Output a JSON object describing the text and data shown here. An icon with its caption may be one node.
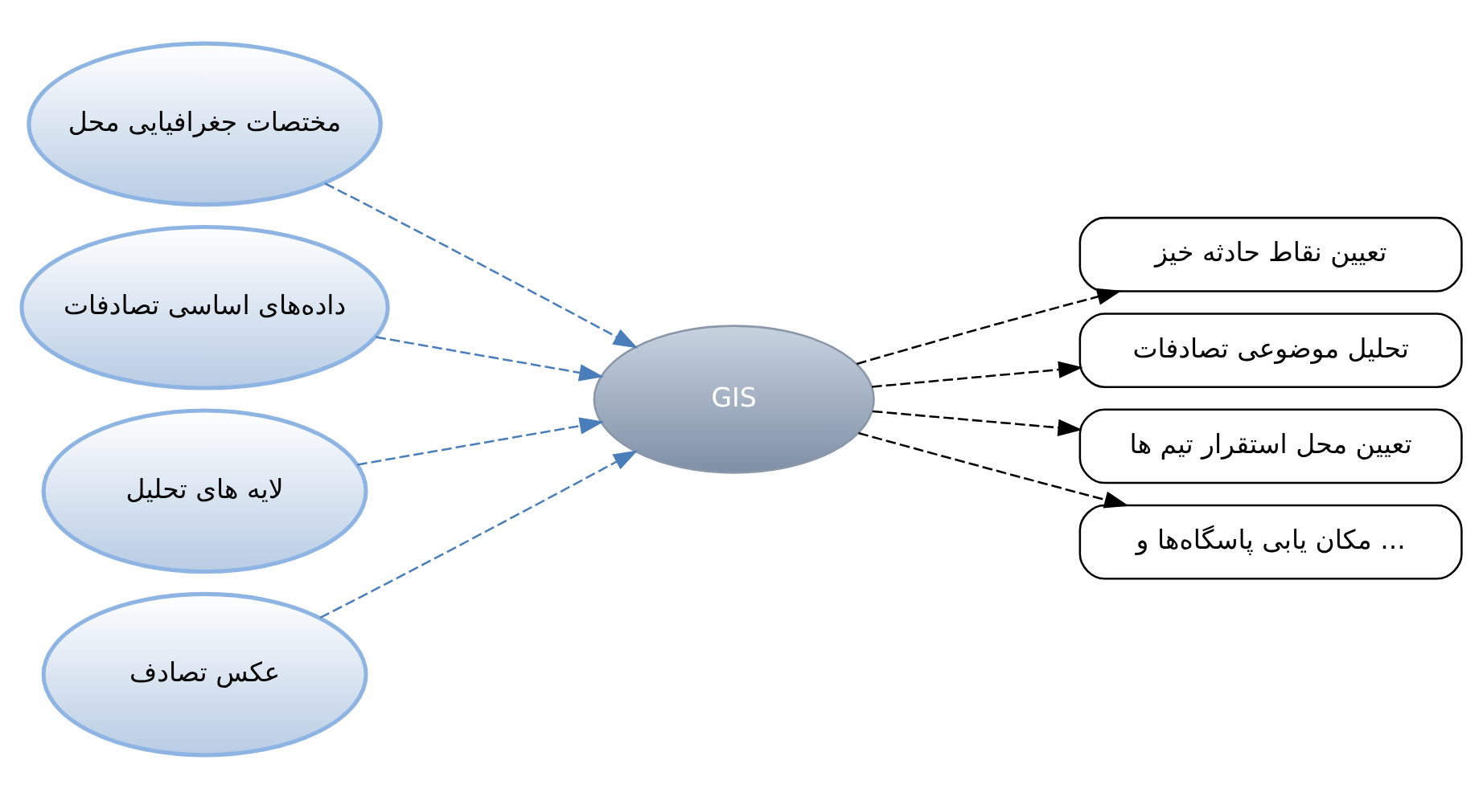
{
  "diagram": {
    "nodes": [
      {
        "text": [
          "مختصات جغرافیایی محل"
        ]
      },
      {
        "text": [
          "داده‌های اساسی تصادفات"
        ]
      },
      {
        "text": [
          "لایه های تحلیل"
        ]
      },
      {
        "text": [
          "عکس تصادف"
        ]
      },
      {
        "text": [
          "GIS"
        ]
      },
      {
        "text": [
          "تعیین نقاط حادثه خیز"
        ]
      },
      {
        "text": [
          "تحلیل موضوعی تصادفات"
        ]
      },
      {
        "text": [
          "تعیین محل استقرار تیم ها"
        ]
      },
      {
        "text": [
          "مکان یابی پاسگاه‌ها و ..."
        ]
      }
    ],
    "edges": [
      {
        "from": 0,
        "to": 4,
        "arrow": "to",
        "style": "dashed",
        "color": "#4a7ebb"
      },
      {
        "from": 1,
        "to": 4,
        "arrow": "to",
        "style": "dashed",
        "color": "#4a7ebb"
      },
      {
        "from": 2,
        "to": 4,
        "arrow": "to",
        "style": "dashed",
        "color": "#4a7ebb"
      },
      {
        "from": 3,
        "to": 4,
        "arrow": "to",
        "style": "dashed",
        "color": "#4a7ebb"
      },
      {
        "from": 4,
        "to": 5,
        "arrow": "to",
        "style": "dashed",
        "color": "#000000"
      },
      {
        "from": 4,
        "to": 6,
        "arrow": "to",
        "style": "dashed",
        "color": "#000000"
      },
      {
        "from": 4,
        "to": 7,
        "arrow": "to",
        "style": "dashed",
        "color": "#000000"
      },
      {
        "from": 4,
        "to": 8,
        "arrow": "to",
        "style": "dashed",
        "color": "#000000"
      }
    ]
  }
}
